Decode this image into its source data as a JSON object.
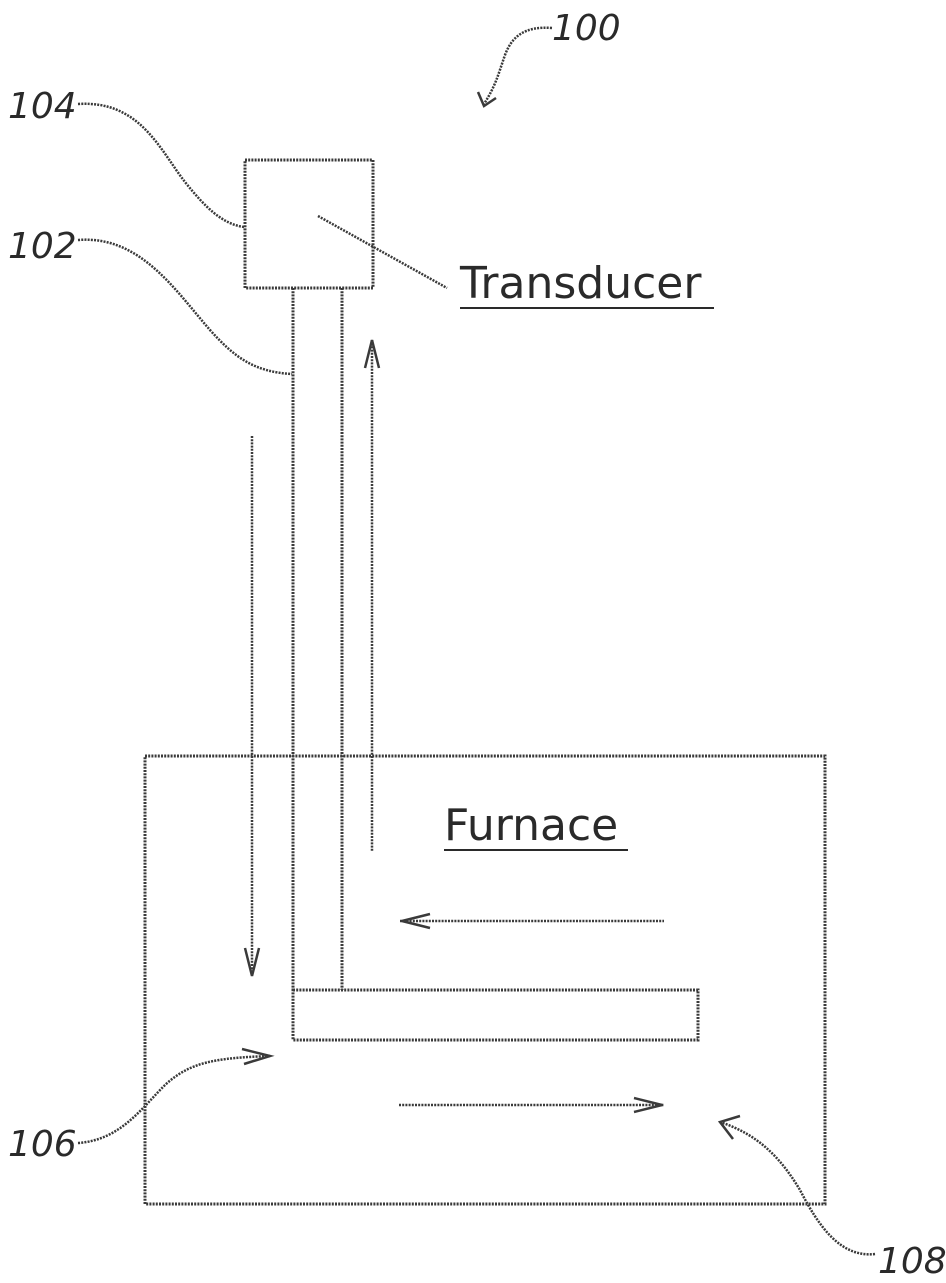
{
  "figure": {
    "ref_system": "100",
    "ref_transducer": "104",
    "ref_tube": "102",
    "ref_inlet": "106",
    "ref_outlet": "108",
    "transducer_label": "Transducer",
    "furnace_label": "Furnace"
  },
  "colors": {
    "line": "#3a3a3a",
    "text": "#2a2a2a",
    "background": "#ffffff"
  }
}
